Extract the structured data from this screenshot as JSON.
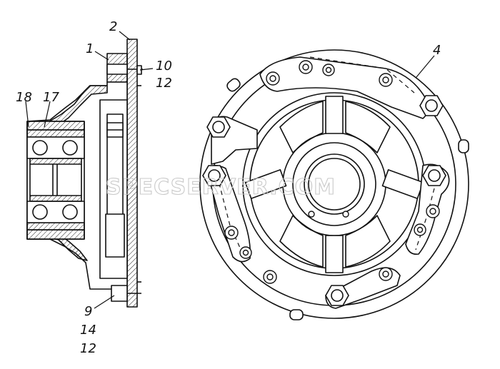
{
  "drawing": {
    "watermark": "SPECSERVER.COM",
    "callouts": {
      "c1": "1",
      "c2": "2",
      "c10": "10",
      "c12a": "12",
      "c18": "18",
      "c17": "17",
      "c4": "4",
      "c9": "9",
      "c14": "14",
      "c12b": "12"
    }
  }
}
